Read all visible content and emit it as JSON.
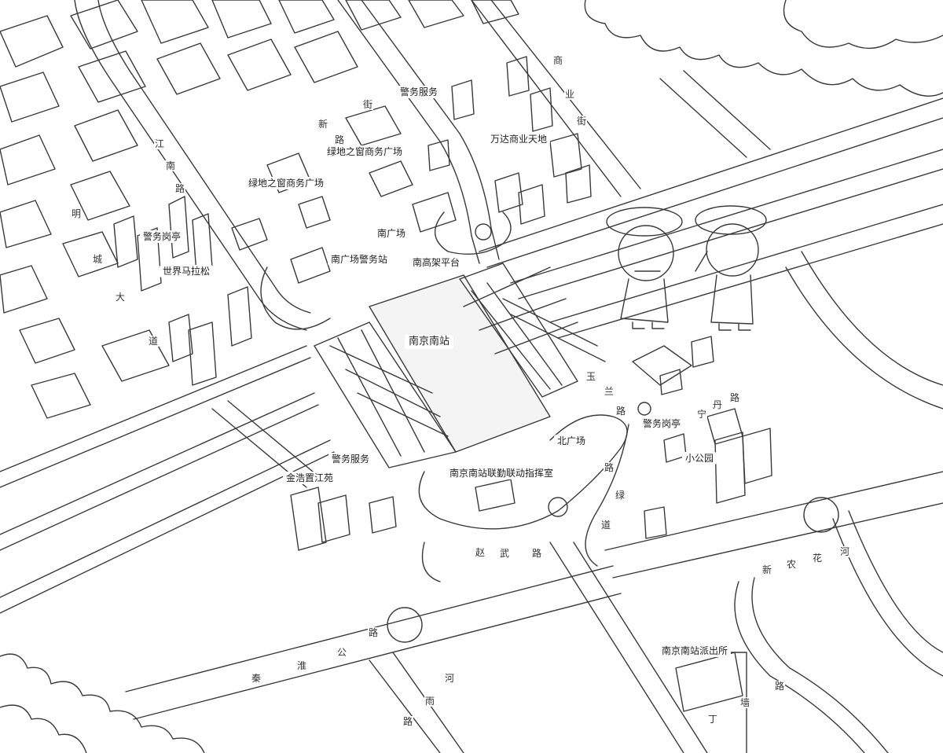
{
  "map": {
    "colors": {
      "ink": "#3a3a3a",
      "paper": "#ffffff",
      "fill_light": "#f4f4f4",
      "label_bg": "#ffffff"
    },
    "labels": {
      "police_service_top": "警务服务",
      "business_plaza_1": "绿地之窗商务广场",
      "business_plaza_2": "绿地之窗商务广场",
      "wanda": "万达商业天地",
      "police_kiosk_west": "警务岗亭",
      "marathon": "世界马拉松",
      "south_plaza": "南广场",
      "south_plaza_police": "南广场警务站",
      "south_platform": "南高架平台",
      "station": "南京南站",
      "police_kiosk_east": "警务岗亭",
      "small_park": "小公园",
      "north_plaza": "北广场",
      "joint_center": "南京南站联勤联动指挥室",
      "police_service_bottom": "警务服务",
      "gold_center": "金浩置江苑",
      "police_station": "南京南站派出所"
    },
    "roads": {
      "w1": "明",
      "w2": "城",
      "w3": "大",
      "w4": "道",
      "c1": "江",
      "c2": "南",
      "c3": "路",
      "n1": "新",
      "n2": "街",
      "n3": "路",
      "ne1": "商",
      "ne2": "业",
      "ne3": "街",
      "e1": "玉",
      "e2": "兰",
      "e3": "路",
      "e4": "宁",
      "e5": "丹",
      "e6": "路",
      "s1": "赵",
      "s2": "武",
      "s3": "路",
      "se1": "路",
      "se2": "绿",
      "se3": "道",
      "sw1": "秦",
      "sw2": "淮",
      "sw3": "公",
      "sw4": "路",
      "r1": "河",
      "r2": "雨",
      "r3": "路",
      "d1": "丁",
      "d2": "墙",
      "d3": "路",
      "k1": "新",
      "k2": "农",
      "k3": "花",
      "k4": "河"
    }
  }
}
